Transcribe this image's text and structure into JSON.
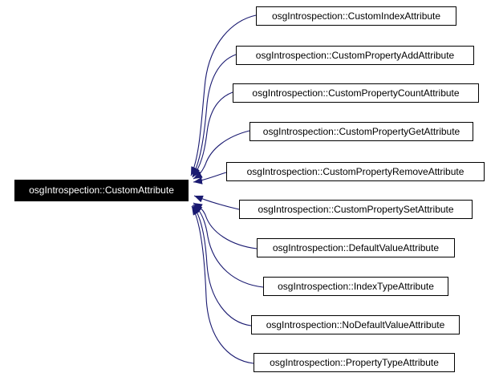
{
  "diagram": {
    "type": "inheritance-graph",
    "edge_color": "#191970",
    "box_border_color": "#000000",
    "base_node_bg": "#000000",
    "base_node_text_color": "#ffffff",
    "derived_node_bg": "#ffffff",
    "base_class": {
      "label": "osgIntrospection::CustomAttribute"
    },
    "derived_classes": [
      {
        "label": "osgIntrospection::CustomIndexAttribute"
      },
      {
        "label": "osgIntrospection::CustomPropertyAddAttribute"
      },
      {
        "label": "osgIntrospection::CustomPropertyCountAttribute"
      },
      {
        "label": "osgIntrospection::CustomPropertyGetAttribute"
      },
      {
        "label": "osgIntrospection::CustomPropertyRemoveAttribute"
      },
      {
        "label": "osgIntrospection::CustomPropertySetAttribute"
      },
      {
        "label": "osgIntrospection::DefaultValueAttribute"
      },
      {
        "label": "osgIntrospection::IndexTypeAttribute"
      },
      {
        "label": "osgIntrospection::NoDefaultValueAttribute"
      },
      {
        "label": "osgIntrospection::PropertyTypeAttribute"
      }
    ],
    "edges": [
      {
        "from": "osgIntrospection::CustomIndexAttribute",
        "to": "osgIntrospection::CustomAttribute"
      },
      {
        "from": "osgIntrospection::CustomPropertyAddAttribute",
        "to": "osgIntrospection::CustomAttribute"
      },
      {
        "from": "osgIntrospection::CustomPropertyCountAttribute",
        "to": "osgIntrospection::CustomAttribute"
      },
      {
        "from": "osgIntrospection::CustomPropertyGetAttribute",
        "to": "osgIntrospection::CustomAttribute"
      },
      {
        "from": "osgIntrospection::CustomPropertyRemoveAttribute",
        "to": "osgIntrospection::CustomAttribute"
      },
      {
        "from": "osgIntrospection::CustomPropertySetAttribute",
        "to": "osgIntrospection::CustomAttribute"
      },
      {
        "from": "osgIntrospection::DefaultValueAttribute",
        "to": "osgIntrospection::CustomAttribute"
      },
      {
        "from": "osgIntrospection::IndexTypeAttribute",
        "to": "osgIntrospection::CustomAttribute"
      },
      {
        "from": "osgIntrospection::NoDefaultValueAttribute",
        "to": "osgIntrospection::CustomAttribute"
      },
      {
        "from": "osgIntrospection::PropertyTypeAttribute",
        "to": "osgIntrospection::CustomAttribute"
      }
    ]
  }
}
